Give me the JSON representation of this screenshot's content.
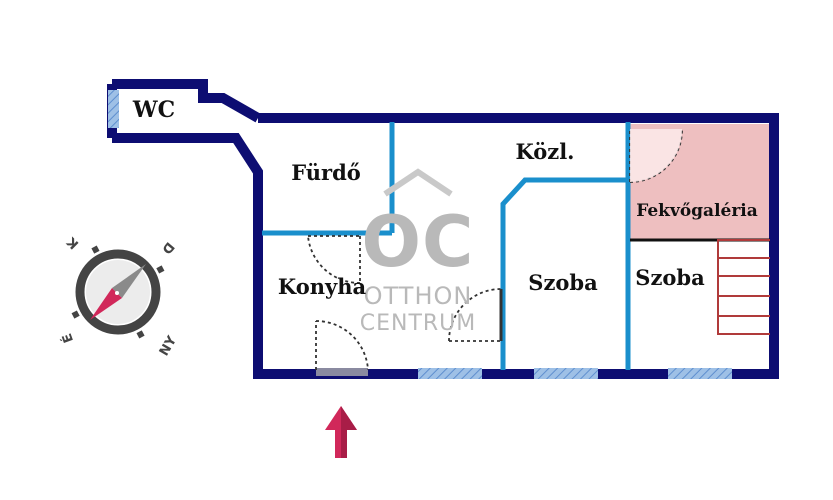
{
  "rooms": {
    "wc": "WC",
    "furdo": "Fürdő",
    "kozl": "Közl.",
    "fekvogaleria": "Fekvőgaléria",
    "konyha": "Konyha",
    "szoba_middle": "Szoba",
    "szoba_right": "Szoba"
  },
  "watermark": {
    "logo": "OC",
    "line1": "OTTHON",
    "line2": "CENTRUM"
  },
  "compass": {
    "k": "K",
    "d": "D",
    "ny": "NY",
    "e": "É"
  },
  "colors": {
    "outer_wall": "#0d0d72",
    "inner_wall": "#1a8fcc",
    "window": "#7fa6d6",
    "gallery_fill": "#eebfc0",
    "stairs": "#b03a3a",
    "entrance_arrow": "#d1285a"
  },
  "icons": {
    "compass": "compass-icon",
    "entrance": "entrance-arrow-icon"
  }
}
